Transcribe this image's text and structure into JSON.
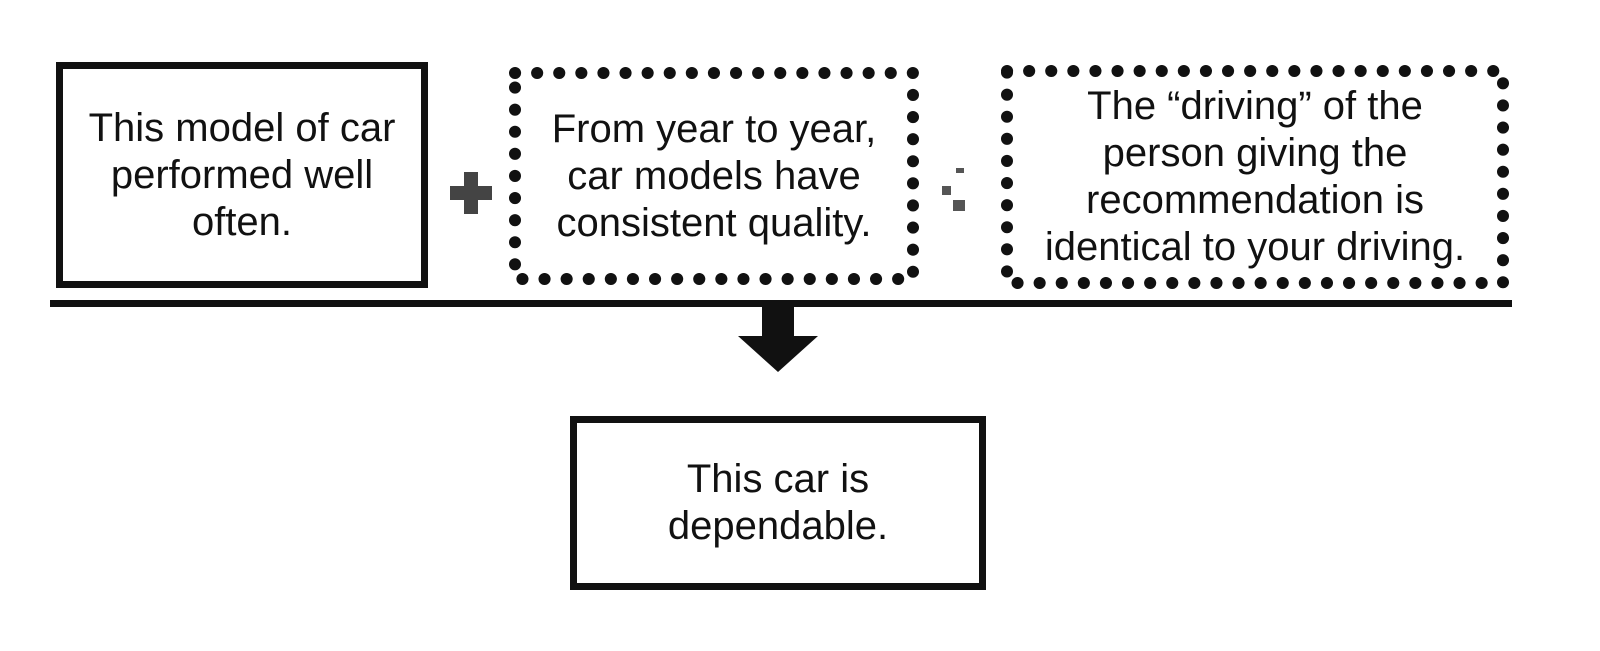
{
  "colors": {
    "ink": "#111111",
    "background": "#ffffff",
    "symbol_gray": "#444444"
  },
  "premises": [
    {
      "text": "This model of car\nperformed well\noften.",
      "border": "solid"
    },
    {
      "text": "From year to year,\ncar models have\nconsistent quality.",
      "border": "dotted"
    },
    {
      "text": "The “driving” of the\nperson giving the\nrecommendation is\nidentical to your driving.",
      "border": "dotted"
    }
  ],
  "operators": [
    {
      "icon": "plus-icon"
    },
    {
      "icon": "therefore-icon"
    }
  ],
  "arrow": {
    "icon": "arrow-down-icon"
  },
  "conclusion": {
    "text": "This car is\ndependable.",
    "border": "solid"
  }
}
